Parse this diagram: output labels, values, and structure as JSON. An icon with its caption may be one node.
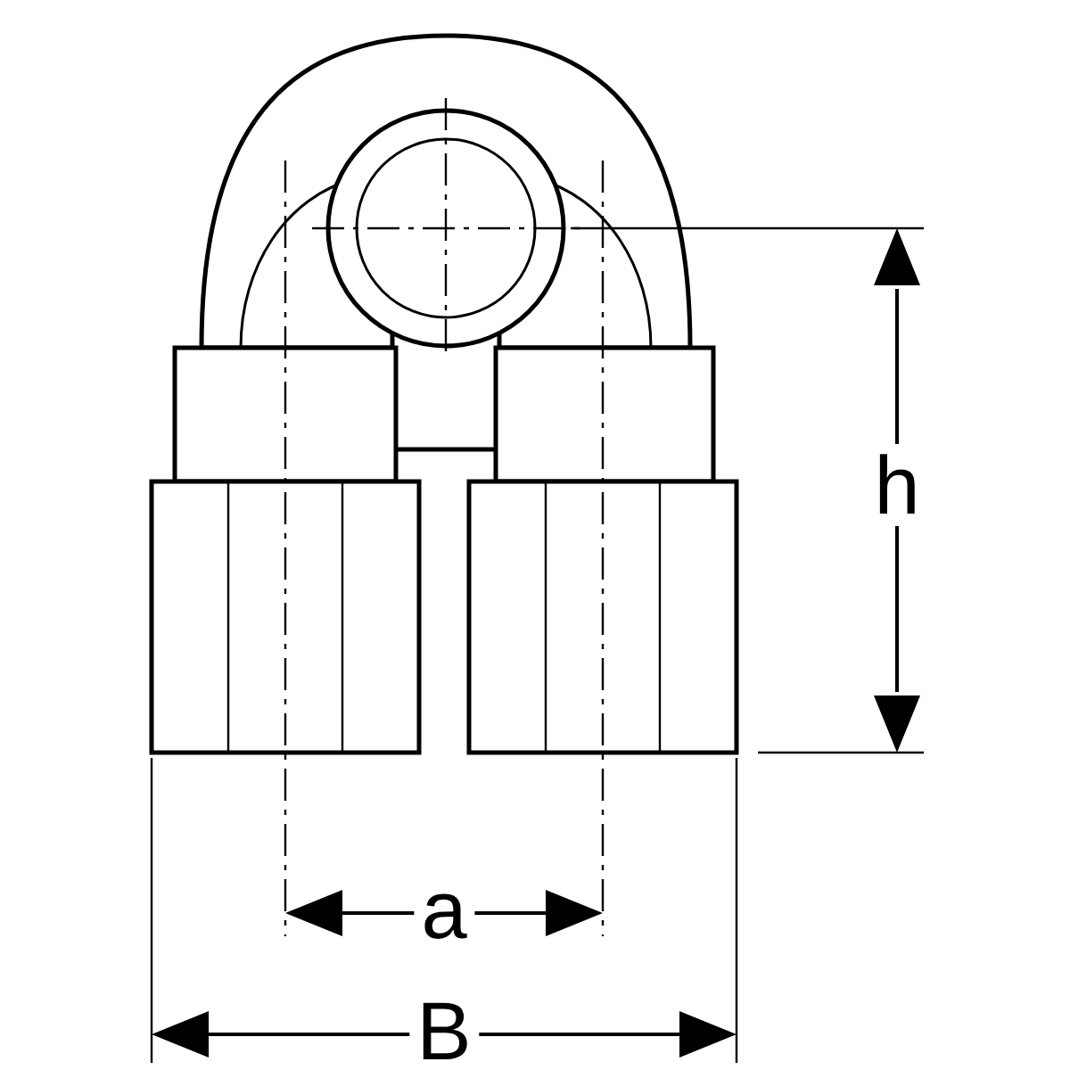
{
  "diagram": {
    "labels": [
      "h",
      "a",
      "B"
    ]
  }
}
